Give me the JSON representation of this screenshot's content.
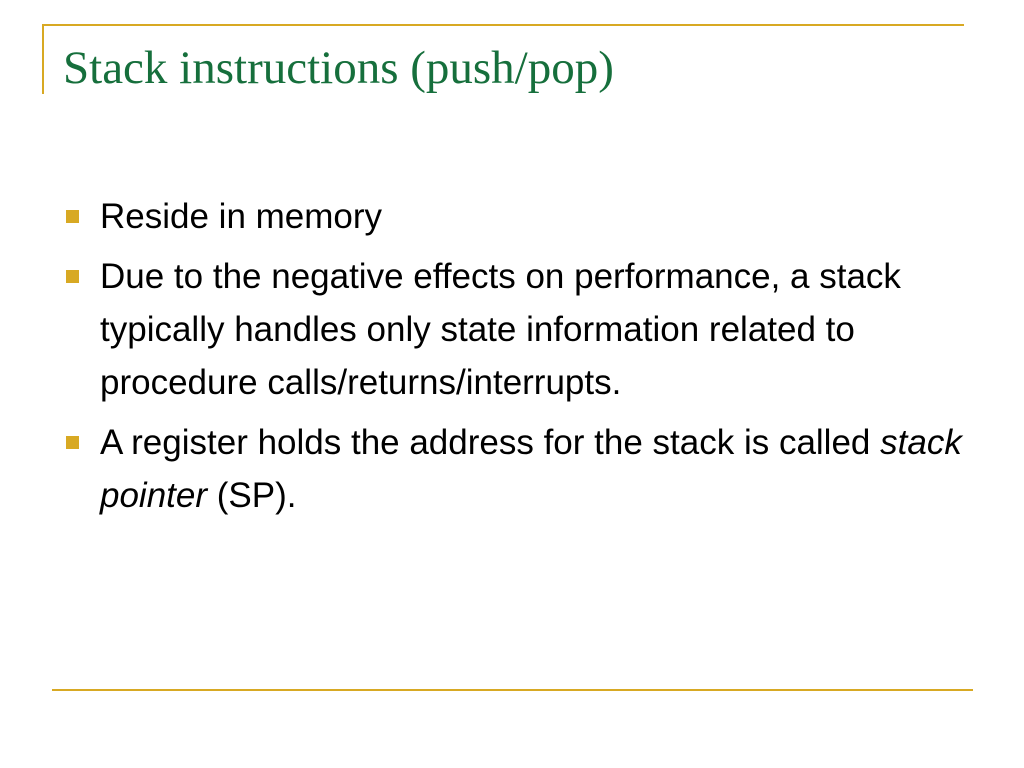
{
  "title": "Stack instructions (push/pop)",
  "bullets": [
    {
      "text": "Reside in memory"
    },
    {
      "text": "Due to the negative effects on performance, a stack typically handles only state information related to procedure calls/returns/interrupts."
    },
    {
      "text_before": "A register holds the address for the stack is called ",
      "text_italic": "stack pointer",
      "text_after": " (SP)."
    }
  ],
  "colors": {
    "title": "#166f3c",
    "accent": "#d8a923",
    "body_text": "#000000"
  }
}
